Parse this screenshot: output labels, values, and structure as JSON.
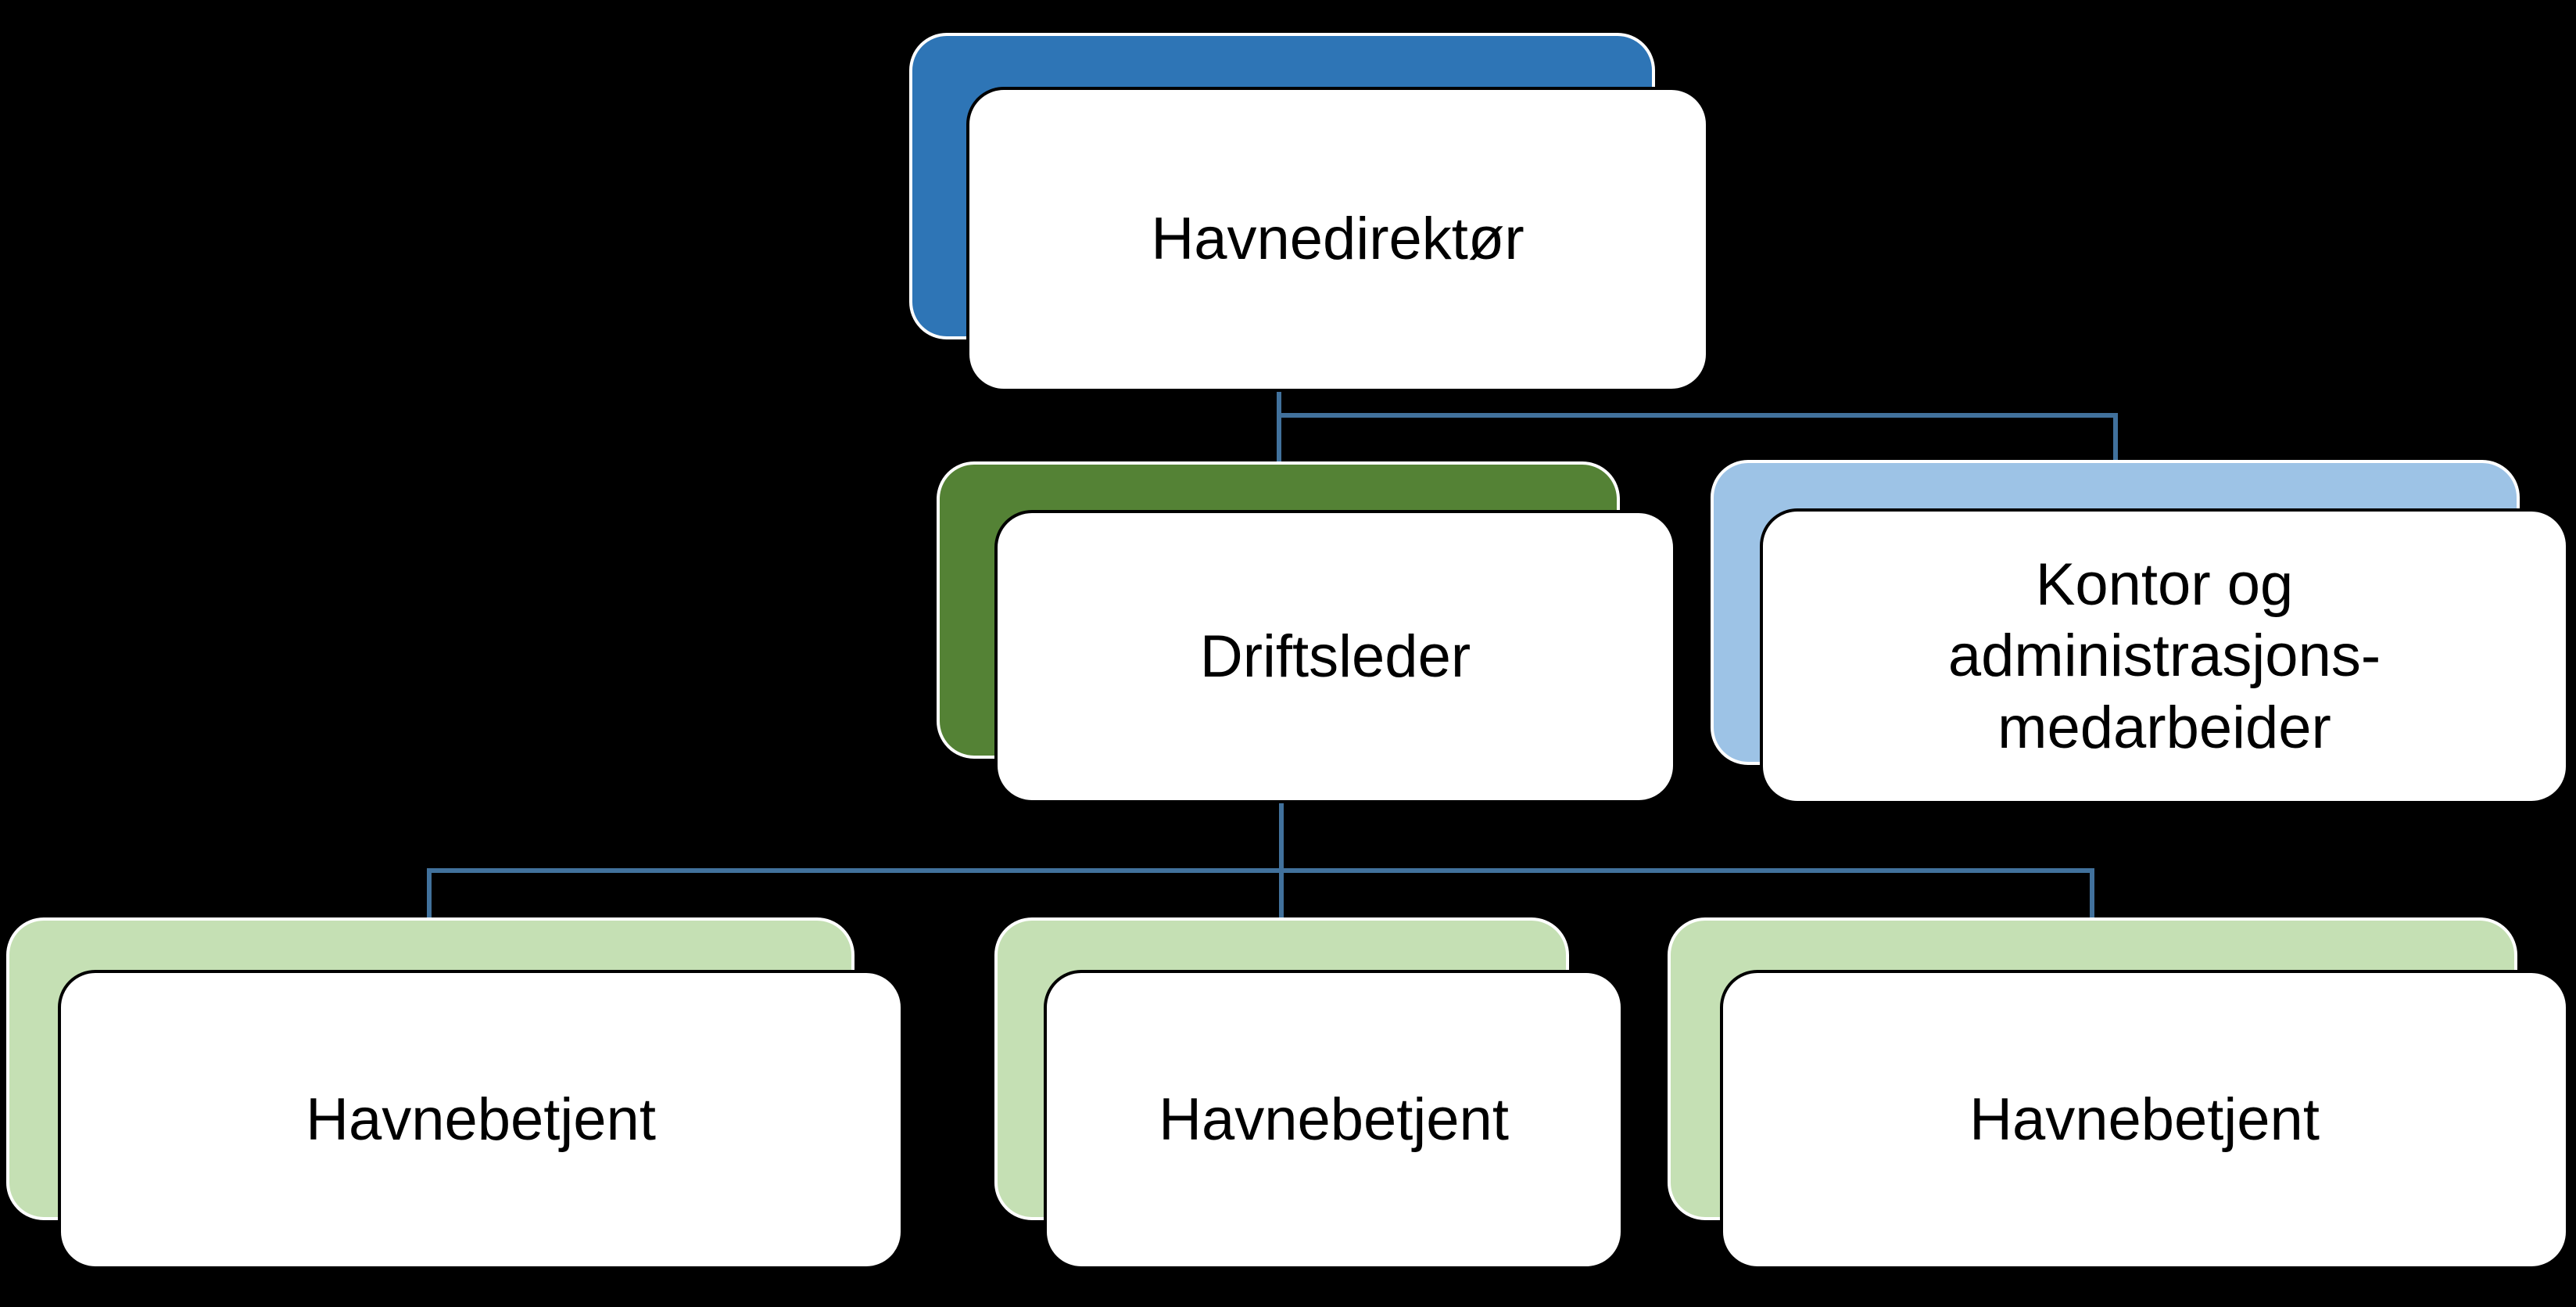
{
  "diagram": {
    "type": "org-chart",
    "background_color": "#000000",
    "connector_color": "#41719C",
    "card_fill": "#FFFFFF",
    "card_border_color": "#000000",
    "text_color": "#000000",
    "nodes": {
      "havnedirektor": {
        "label": "Havnedirektør",
        "accent_color": "#2E75B6",
        "level": 1
      },
      "driftsleder": {
        "label": "Driftsleder",
        "accent_color": "#548235",
        "level": 2
      },
      "kontor": {
        "label": "Kontor og administrasjons-medarbeider",
        "label_lines": [
          "Kontor og",
          "administrasjons-",
          "medarbeider"
        ],
        "accent_color": "#9DC3E6",
        "level": 2
      },
      "havnebetjent_1": {
        "label": "Havnebetjent",
        "accent_color": "#C5E0B4",
        "level": 3
      },
      "havnebetjent_2": {
        "label": "Havnebetjent",
        "accent_color": "#C5E0B4",
        "level": 3
      },
      "havnebetjent_3": {
        "label": "Havnebetjent",
        "accent_color": "#C5E0B4",
        "level": 3
      }
    },
    "edges": [
      {
        "from": "havnedirektor",
        "to": "driftsleder"
      },
      {
        "from": "havnedirektor",
        "to": "kontor"
      },
      {
        "from": "driftsleder",
        "to": "havnebetjent_1"
      },
      {
        "from": "driftsleder",
        "to": "havnebetjent_2"
      },
      {
        "from": "driftsleder",
        "to": "havnebetjent_3"
      }
    ]
  }
}
